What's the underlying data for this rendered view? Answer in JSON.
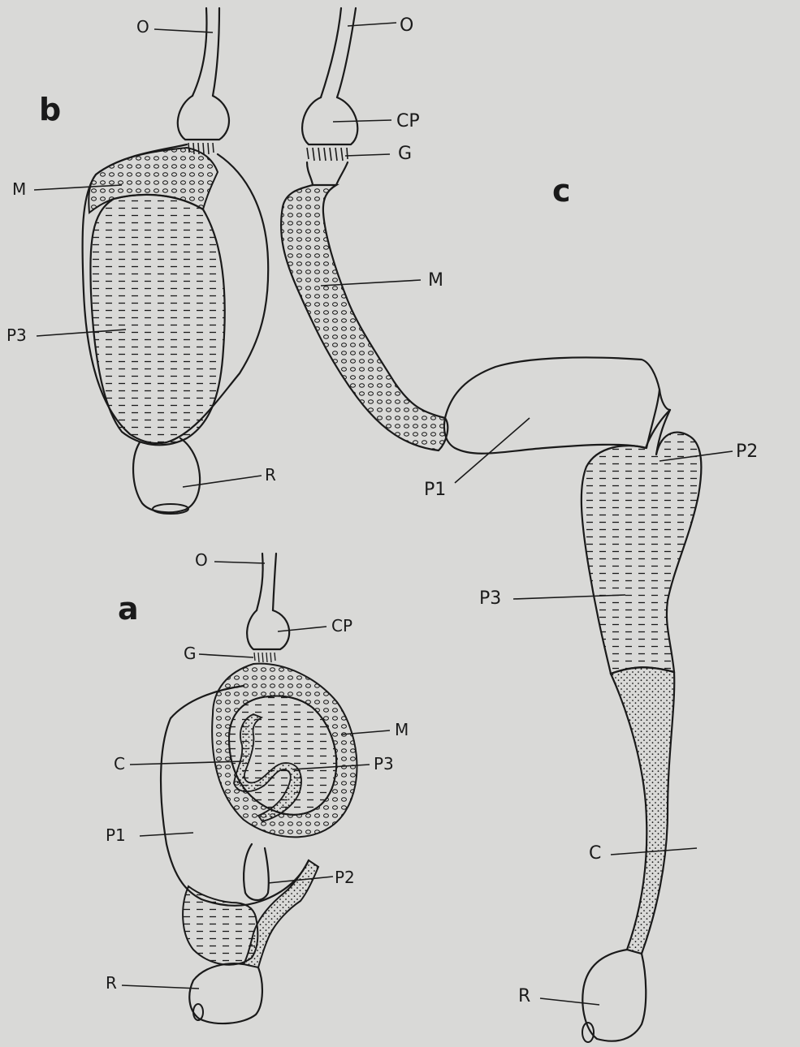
{
  "panels": {
    "a": {
      "letter": "a",
      "labels": {
        "O": "O",
        "CP": "CP",
        "G": "G",
        "M": "M",
        "C": "C",
        "P3": "P3",
        "P1": "P1",
        "P2": "P2",
        "R": "R"
      }
    },
    "b": {
      "letter": "b",
      "labels": {
        "O": "O",
        "M": "M",
        "P3": "P3",
        "R": "R"
      }
    },
    "c": {
      "letter": "c",
      "labels": {
        "O": "O",
        "CP": "CP",
        "G": "G",
        "M": "M",
        "P1": "P1",
        "P2": "P2",
        "P3": "P3",
        "C": "C",
        "R": "R"
      }
    }
  },
  "colors": {
    "paper": "#d9d9d7",
    "ink": "#1a1a1a"
  }
}
